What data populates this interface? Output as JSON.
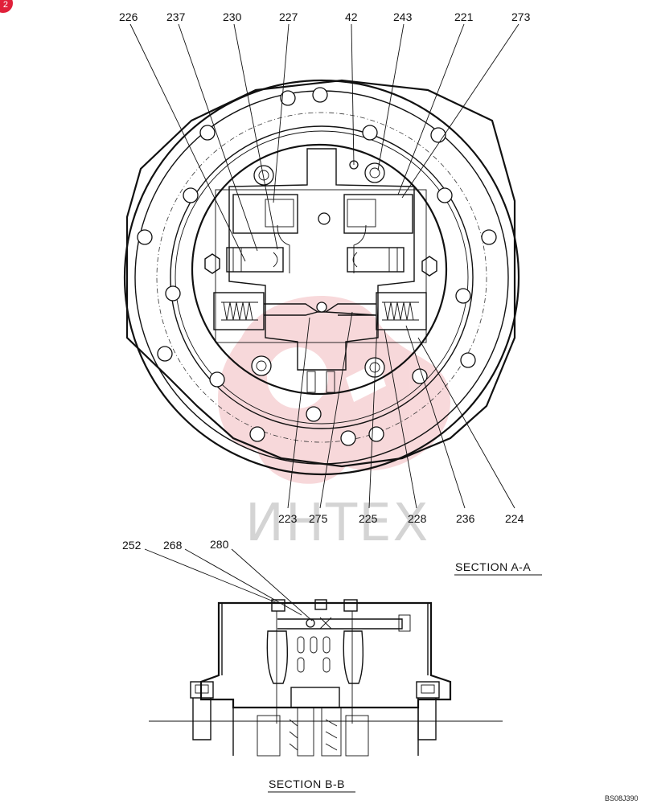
{
  "page_badge": "2",
  "section_a": {
    "title": "SECTION  A-A",
    "top_callouts": [
      "226",
      "237",
      "230",
      "227",
      "42",
      "243",
      "221",
      "273"
    ],
    "bottom_callouts": [
      "223",
      "275",
      "225",
      "228",
      "236",
      "224"
    ]
  },
  "section_b": {
    "title": "SECTION  B-B",
    "callouts": [
      "252",
      "268",
      "280"
    ]
  },
  "watermark": {
    "text": "ИНТЕХ"
  },
  "drawing_code": "BS08J390",
  "colors": {
    "line": "#111111",
    "watermark_logo": "#f2b9bd",
    "watermark_text": "#d4d4d4",
    "badge": "#e0203a"
  }
}
